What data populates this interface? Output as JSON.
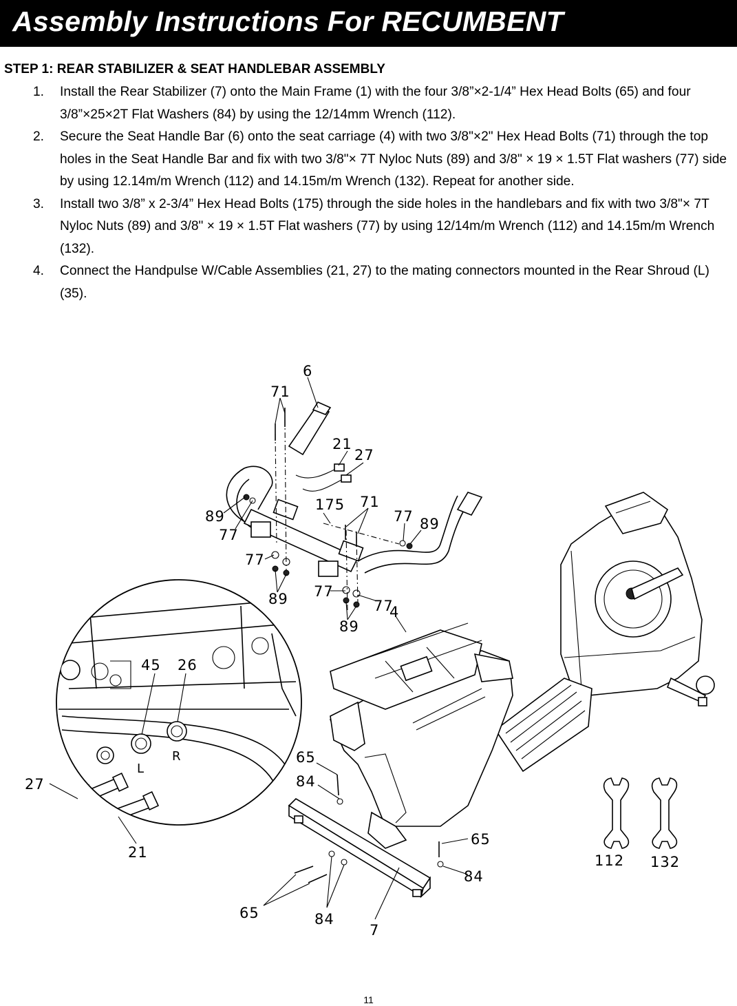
{
  "header": {
    "title": "Assembly Instructions For RECUMBENT"
  },
  "step": {
    "title": "STEP 1: REAR STABILIZER & SEAT HANDLEBAR ASSEMBLY",
    "items": [
      {
        "num": "1.",
        "text": "Install the Rear Stabilizer (7) onto the Main Frame (1) with the four 3/8”×2-1/4” Hex Head Bolts (65) and four 3/8”×25×2T Flat Washers (84) by using the 12/14mm Wrench (112)."
      },
      {
        "num": "2.",
        "text": "Secure the Seat Handle Bar (6) onto the seat carriage (4) with two 3/8\"×2\" Hex Head Bolts (71) through the top holes in the Seat Handle Bar and fix with two 3/8\"× 7T Nyloc Nuts (89) and 3/8\" × 19 × 1.5T Flat washers (77) side by using 12.14m/m Wrench (112) and 14.15m/m Wrench (132). Repeat for another side."
      },
      {
        "num": "3.",
        "text": "Install two 3/8” x 2-3/4” Hex Head Bolts (175) through the side holes in the handlebars and fix with two 3/8\"× 7T Nyloc Nuts (89) and 3/8\" × 19 × 1.5T Flat washers (77) by using 12/14m/m Wrench (112) and 14.15m/m Wrench (132)."
      },
      {
        "num": "4.",
        "text": "Connect the Handpulse W/Cable Assemblies (21, 27) to the mating connectors mounted in the Rear Shroud (L) (35)."
      }
    ]
  },
  "callouts": {
    "c6": "6",
    "c71a": "71",
    "c21a": "21",
    "c27a": "27",
    "c175": "175",
    "c71b": "71",
    "c77a": "77",
    "c89a": "89",
    "c89b": "89",
    "c77b": "77",
    "c77c": "77",
    "c89c": "89",
    "c77d": "77",
    "c77e": "77",
    "c89d": "89",
    "c4": "4",
    "c45": "45",
    "c26": "26",
    "c27b": "27",
    "c21b": "21",
    "c65a": "65",
    "c84a": "84",
    "c65b": "65",
    "c84b": "84",
    "c65c": "65",
    "c84c": "84",
    "c7": "7",
    "c112": "112",
    "c132": "132"
  },
  "connector_labels": {
    "left": "L",
    "right": "R"
  },
  "page_number": "11"
}
